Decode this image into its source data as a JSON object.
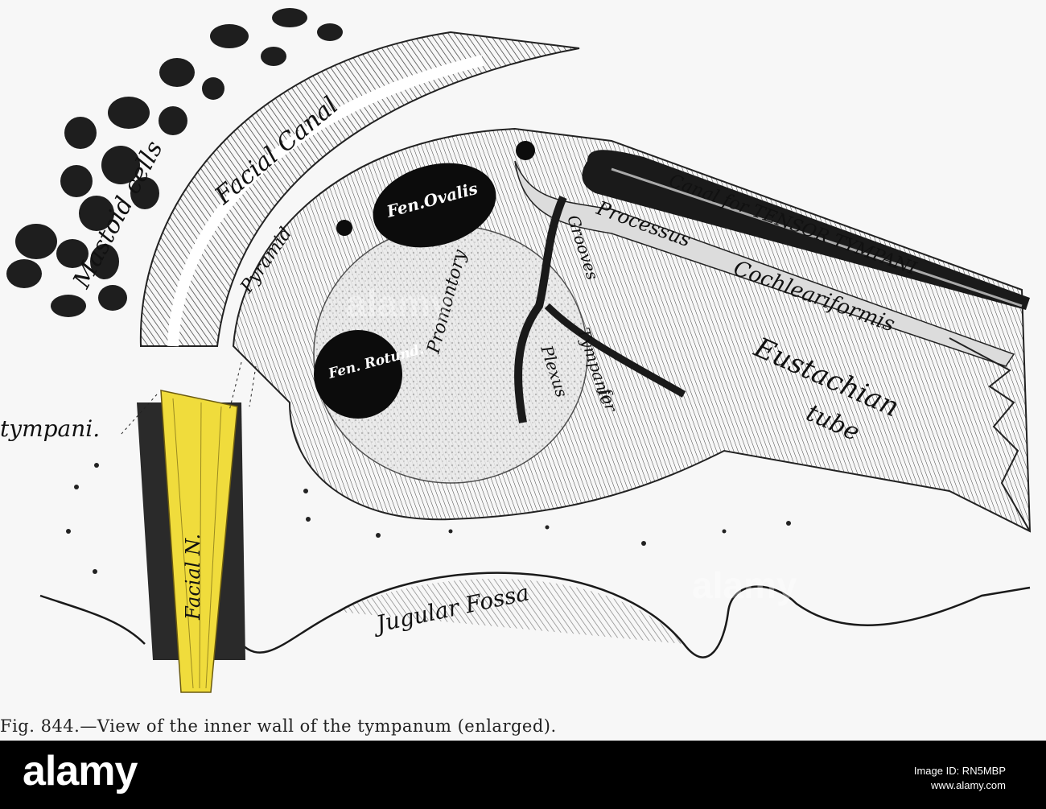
{
  "figure": {
    "labels": {
      "facial_canal": "Facial Canal",
      "mastoid_cells": "Mastoid cells",
      "fen_ovalis": "Fen.Ovalis",
      "pyramid": "Pyramid",
      "promontory": "Promontory",
      "fen_rotund": "Fen. Rotund.",
      "grooves": "Grooves",
      "for": "for",
      "tympanic": "Tympanic",
      "plexus": "Plexus",
      "canal_tensor": "Canal for TENSOR TYMPANI",
      "processus": "Processus",
      "cochleariformis": "Cochleariformis",
      "eustachian": "Eustachian",
      "tube": "tube",
      "chorda_tympani": "tympani.",
      "facial_n": "Facial N.",
      "jugular_fossa": "Jugular Fossa"
    },
    "caption": "Fig. 844.—View of the inner wall of the tympanum (enlarged).",
    "colors": {
      "nerve": "#f0dc3c",
      "ink": "#111111",
      "paper": "#f7f7f7"
    }
  },
  "footer": {
    "brand": "alamy",
    "watermark": "alamy",
    "image_id_line1": "Image ID: RN5MBP",
    "image_id_line2": "www.alamy.com"
  }
}
